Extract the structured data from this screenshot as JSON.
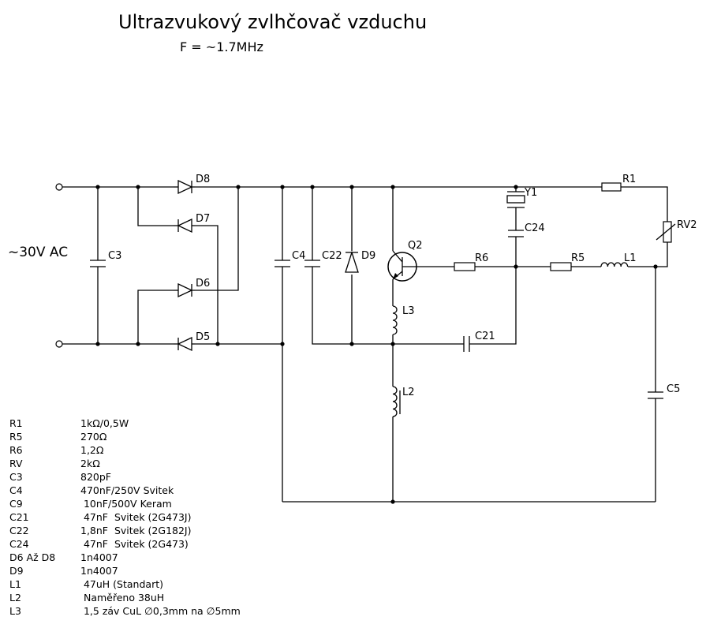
{
  "title": "Ultrazvukový zvlhčovač vzduchu",
  "frequency": "F = ~1.7MHz",
  "input_label": "~30V AC",
  "labels": {
    "D8": "D8",
    "D7": "D7",
    "D6": "D6",
    "D5": "D5",
    "C3": "C3",
    "C4": "C4",
    "C22": "C22",
    "D9": "D9",
    "Q2": "Q2",
    "Y1": "Y1",
    "C24": "C24",
    "R1": "R1",
    "RV2": "RV2",
    "R6": "R6",
    "R5": "R5",
    "L1": "L1",
    "L3": "L3",
    "C21": "C21",
    "L2": "L2",
    "C5": "C5"
  },
  "parts_list": [
    {
      "ref": "R1",
      "value": "1kΩ/0,5W"
    },
    {
      "ref": "R5",
      "value": "270Ω"
    },
    {
      "ref": "R6",
      "value": "1,2Ω"
    },
    {
      "ref": "RV",
      "value": "2kΩ"
    },
    {
      "ref": "C3",
      "value": "820pF"
    },
    {
      "ref": "C4",
      "value": "470nF/250V Svitek"
    },
    {
      "ref": "C9",
      "value": " 10nF/500V Keram"
    },
    {
      "ref": "C21",
      "value": " 47nF  Svitek (2G473J)"
    },
    {
      "ref": "C22",
      "value": "1,8nF  Svitek (2G182J)"
    },
    {
      "ref": "C24",
      "value": " 47nF  Svitek (2G473)"
    },
    {
      "ref": "D6 Až D8",
      "value": "1n4007"
    },
    {
      "ref": "D9",
      "value": "1n4007"
    },
    {
      "ref": "L1",
      "value": " 47uH (Standart)"
    },
    {
      "ref": "L2",
      "value": " Naměřeno 38uH"
    },
    {
      "ref": "L3",
      "value": " 1,5 záv CuL ∅0,3mm na ∅5mm"
    }
  ]
}
